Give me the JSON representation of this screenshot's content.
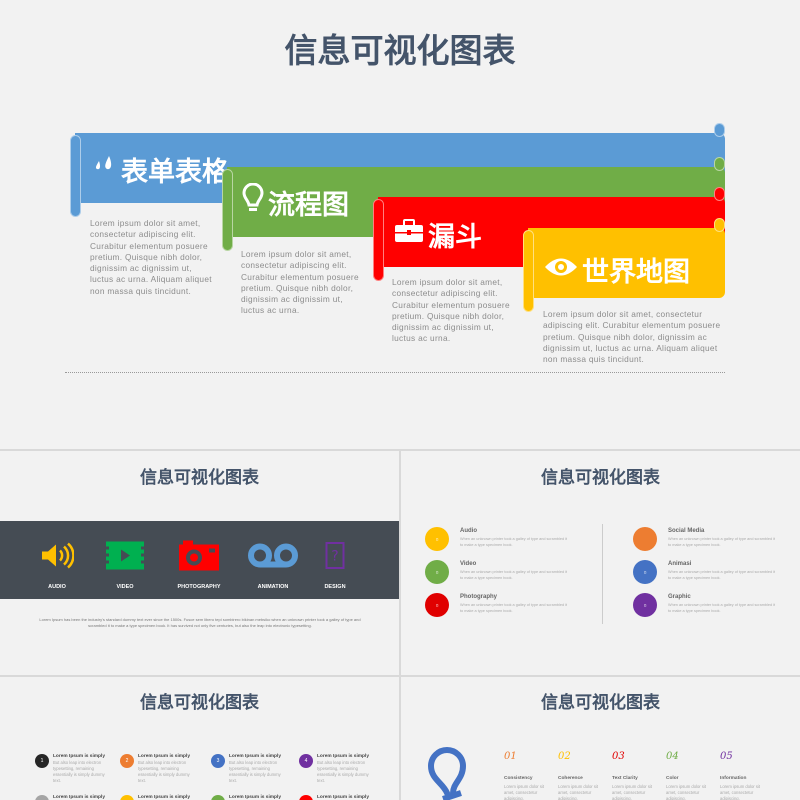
{
  "slide1": {
    "title": "信息可视化图表",
    "ribbons": [
      {
        "label": "表单表格",
        "icon": "water-drops-icon",
        "color": "#5b9bd5",
        "text": "Lorem ipsum dolor sit amet, consectetur adipiscing elit. Curabitur elementum posuere pretium. Quisque nibh dolor, dignissim ac dignissim ut, luctus ac urna. Aliquam aliquet non massa quis tincidunt."
      },
      {
        "label": "流程图",
        "icon": "lightbulb-icon",
        "color": "#70ad47",
        "text": "Lorem ipsum dolor sit amet, consectetur adipiscing elit. Curabitur elementum posuere pretium. Quisque nibh dolor, dignissim ac dignissim ut, luctus ac urna."
      },
      {
        "label": "漏斗",
        "icon": "briefcase-icon",
        "color": "#ff0000",
        "text": "Lorem ipsum dolor sit amet, consectetur adipiscing elit. Curabitur elementum posuere pretium. Quisque nibh dolor, dignissim ac dignissim ut, luctus ac urna."
      },
      {
        "label": "世界地图",
        "icon": "eye-icon",
        "color": "#ffc000",
        "text": "Lorem ipsum dolor sit amet, consectetur adipiscing elit. Curabitur elementum posuere pretium. Quisque nibh dolor, dignissim ac dignissim ut, luctus ac urna. Aliquam aliquet non massa quis tincidunt."
      }
    ]
  },
  "slide2": {
    "title": "信息可视化图表",
    "icons": [
      {
        "label": "AUDIO",
        "icon": "speaker-icon",
        "color": "#ffc000"
      },
      {
        "label": "VIDEO",
        "icon": "film-play-icon",
        "color": "#00b050"
      },
      {
        "label": "PHOTOGRAPHY",
        "icon": "camera-icon",
        "color": "#ff0000"
      },
      {
        "label": "ANIMATION",
        "icon": "voicemail-icon",
        "color": "#5b9bd5"
      },
      {
        "label": "DESIGN",
        "icon": "question-file-icon",
        "color": "#7030a0"
      }
    ],
    "footer": "Lorem Ipsum has been the industry's standard dummy text ever since the 1500s. Fusce sem libero tepi sombirero bikinan mebsiko when an unknown printer took a galley of type and scrambled it to make a type specimen book. It has survived not only five centuries, but also the leap into electronic typesetting."
  },
  "slide3": {
    "title": "信息可视化图表",
    "items": [
      {
        "title": "Audio",
        "color": "#ffc000",
        "icon": "file-icon",
        "desc": "When an unknown printer took a galley of type and scrambled it to make a type specimen book."
      },
      {
        "title": "Video",
        "color": "#70ad47",
        "icon": "film-play-icon",
        "desc": "When an unknown printer took a galley of type and scrambled it to make a type specimen book."
      },
      {
        "title": "Photography",
        "color": "#e00000",
        "icon": "camera-icon",
        "desc": "When an unknown printer took a galley of type and scrambled it to make a type specimen book."
      },
      {
        "title": "Social Media",
        "color": "#ed7d31",
        "icon": "",
        "desc": "When an unknown printer took a galley of type and scrambled it to make a type specimen book."
      },
      {
        "title": "Animasi",
        "color": "#4472c4",
        "icon": "voicemail-icon",
        "desc": "When an unknown printer took a galley of type and scrambled it to make a type specimen book."
      },
      {
        "title": "Graphic",
        "color": "#7030a0",
        "icon": "question-file-icon",
        "desc": "When an unknown printer took a galley of type and scrambled it to make a type specimen book."
      }
    ]
  },
  "slide4": {
    "title": "信息可视化图表",
    "items": [
      {
        "num": "1",
        "color": "#262626",
        "title": "Lorem Ipsum is simply",
        "desc": "But also leap into electron typesetting, remaining essentially is simply dummy text."
      },
      {
        "num": "2",
        "color": "#ed7d31",
        "title": "Lorem Ipsum is simply",
        "desc": "But also leap into electron typesetting, remaining essentially is simply dummy text."
      },
      {
        "num": "3",
        "color": "#4472c4",
        "title": "Lorem Ipsum is simply",
        "desc": "But also leap into electron typesetting, remaining essentially is simply dummy text."
      },
      {
        "num": "4",
        "color": "#7030a0",
        "title": "Lorem Ipsum is simply",
        "desc": "But also leap into electron typesetting, remaining essentially is simply dummy text."
      },
      {
        "num": "",
        "color": "#a5a5a5",
        "title": "Lorem Ipsum is simply",
        "desc": ""
      },
      {
        "num": "",
        "color": "#ffc000",
        "title": "Lorem Ipsum is simply",
        "desc": ""
      },
      {
        "num": "",
        "color": "#70ad47",
        "title": "Lorem Ipsum is simply",
        "desc": ""
      },
      {
        "num": "",
        "color": "#ff0000",
        "title": "Lorem Ipsum is simply",
        "desc": ""
      }
    ]
  },
  "slide5": {
    "title": "信息可视化图表",
    "icon": "lightbulb-icon",
    "icon_color": "#4472c4",
    "items": [
      {
        "num": "01",
        "color": "#ed7d31",
        "title": "Consistency",
        "desc": "Lorem ipsum dolor sit amet, consectetur adipiscing."
      },
      {
        "num": "02",
        "color": "#ffc000",
        "title": "Coherence",
        "desc": "Lorem ipsum dolor sit amet, consectetur adipiscing."
      },
      {
        "num": "03",
        "color": "#e00000",
        "title": "Text Clarity",
        "desc": "Lorem ipsum dolor sit amet, consectetur adipiscing."
      },
      {
        "num": "04",
        "color": "#70ad47",
        "title": "Color",
        "desc": "Lorem ipsum dolor sit amet, consectetur adipiscing."
      },
      {
        "num": "05",
        "color": "#7030a0",
        "title": "Information",
        "desc": "Lorem ipsum dolor sit amet, consectetur adipiscing."
      }
    ]
  }
}
